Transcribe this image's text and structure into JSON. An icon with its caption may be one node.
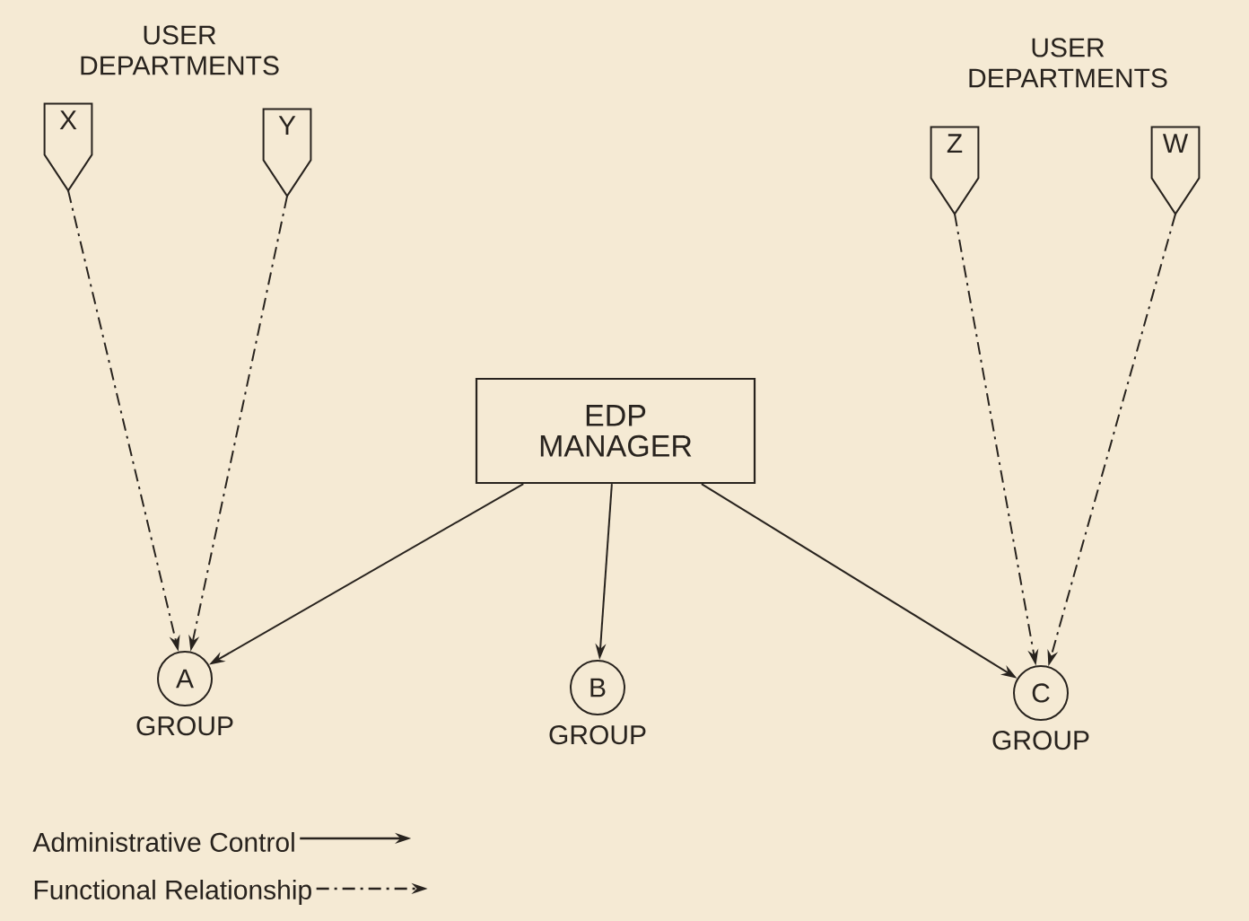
{
  "diagram": {
    "nodes": [
      {
        "text": [
          "EDP MANAGER"
        ]
      },
      {
        "text": [
          "X"
        ]
      },
      {
        "text": [
          "Y"
        ]
      },
      {
        "text": [
          "Z"
        ]
      },
      {
        "text": [
          "W"
        ]
      },
      {
        "text": [
          "A"
        ],
        "beside": [
          "GROUP"
        ]
      },
      {
        "text": [
          "B"
        ],
        "beside": [
          "GROUP"
        ]
      },
      {
        "text": [
          "C"
        ],
        "beside": [
          "GROUP"
        ]
      }
    ],
    "edges": [
      {
        "from": 0,
        "to": 5,
        "arrow": "to"
      },
      {
        "from": 0,
        "to": 6,
        "arrow": "to"
      },
      {
        "from": 0,
        "to": 7,
        "arrow": "to"
      },
      {
        "from": 1,
        "to": 5,
        "arrow": "to",
        "style": "dashed"
      },
      {
        "from": 2,
        "to": 5,
        "arrow": "to",
        "style": "dashed"
      },
      {
        "from": 3,
        "to": 7,
        "arrow": "to",
        "style": "dashed"
      },
      {
        "from": 4,
        "to": 7,
        "arrow": "to",
        "style": "dashed"
      }
    ],
    "labels": [
      "USER DEPARTMENTS",
      "USER DEPARTMENTS"
    ],
    "legend": [
      {
        "text": "Administrative Control"
      },
      {
        "text": "Functional Relationship"
      }
    ]
  }
}
